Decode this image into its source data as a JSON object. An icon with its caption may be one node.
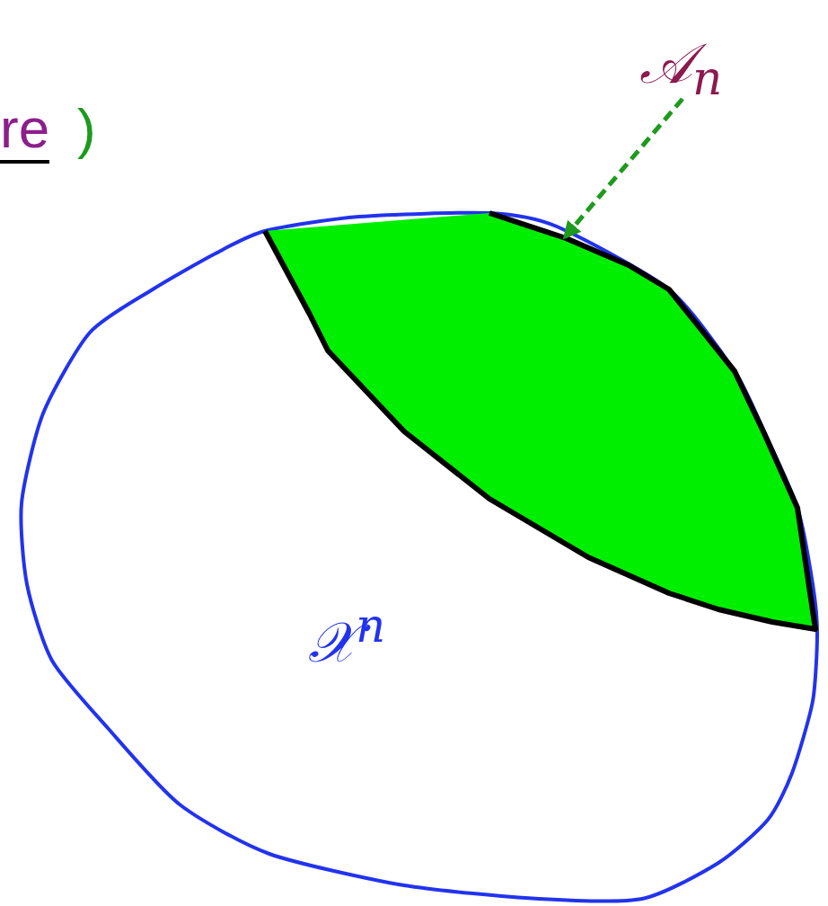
{
  "diagram": {
    "nodes": [
      {
        "text": [
          "𝒜$_{n}$"
        ]
      },
      {
        "text": [
          "𝒳$^{n}$"
        ]
      },
      {
        "text": [],
        "shape": "polygon",
        "in": 1
      }
    ],
    "edges": [
      {
        "from": 0,
        "to": 2,
        "arrow": "to",
        "style": "dashed",
        "color": "#1e9a1e"
      }
    ],
    "labels": [
      "re",
      ")"
    ]
  }
}
